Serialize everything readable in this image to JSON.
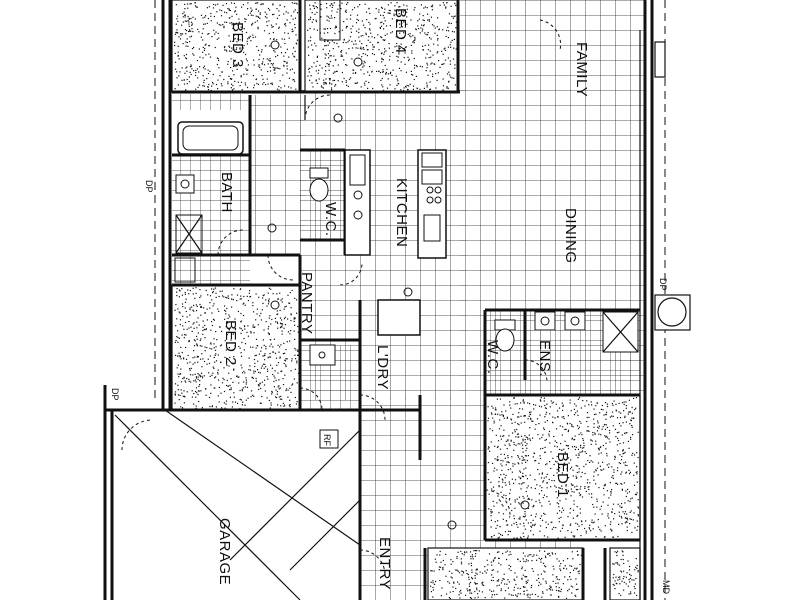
{
  "rooms": {
    "bed3": "BED 3",
    "bed4": "BED 4",
    "family": "FAMILY",
    "bath": "BATH",
    "wc_main": "W.C.",
    "kitchen": "KITCHEN",
    "dining": "DINING",
    "pantry": "PANTRY",
    "bed2": "BED 2",
    "ldry": "L'DRY",
    "wc_ens": "W.C.",
    "ens": "ENS.",
    "bed1": "BED 1",
    "garage": "GARAGE",
    "entry": "ENTRY"
  },
  "annotations": {
    "dp_left": "DP",
    "dp_right": "DP",
    "dp_garage": "DP",
    "rf": "RF",
    "md": "MD"
  },
  "finishes": {
    "tile_color": "#222222",
    "carpet_color": "#111111",
    "line_color": "#111111"
  },
  "icons": [
    "tile-grid",
    "carpet-speckle",
    "door-swing",
    "light-fitting",
    "toilet",
    "basin",
    "bathtub",
    "cooktop",
    "sink",
    "rainwater-tank"
  ]
}
